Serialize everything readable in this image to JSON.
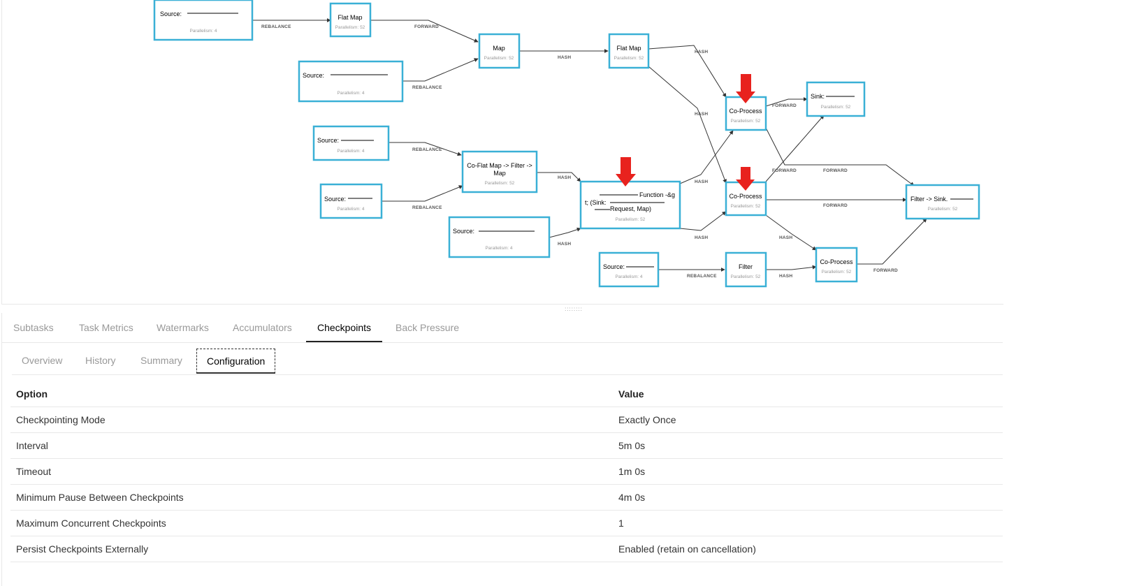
{
  "graph": {
    "nodes": {
      "src1": {
        "title": "Source:",
        "parallelism": "Parallelism: 4"
      },
      "flatmap1": {
        "title": "Flat Map",
        "parallelism": "Parallelism: 52"
      },
      "src2": {
        "title": "Source:",
        "parallelism": "Parallelism: 4"
      },
      "map1": {
        "title": "Map",
        "parallelism": "Parallelism: 52"
      },
      "flatmap2": {
        "title": "Flat Map",
        "parallelism": "Parallelism: 52"
      },
      "src3": {
        "title": "Source:",
        "parallelism": "Parallelism: 4"
      },
      "src4": {
        "title": "Source:",
        "parallelism": "Parallelism: 4"
      },
      "coflatmap": {
        "title1": "Co-Flat Map -> Filter ->",
        "title2": "Map",
        "parallelism": "Parallelism: 52"
      },
      "src5": {
        "title": "Source:",
        "parallelism": "Parallelism: 4"
      },
      "func": {
        "line1": "Function -&g",
        "line2": "t; (Sink:",
        "line3": "Request, Map)",
        "parallelism": "Parallelism: 52"
      },
      "coproc1": {
        "title": "Co-Process",
        "parallelism": "Parallelism: 52"
      },
      "sink1": {
        "title": "Sink:",
        "parallelism": "Parallelism: 52"
      },
      "coproc2": {
        "title": "Co-Process",
        "parallelism": "Parallelism: 52"
      },
      "filtersink": {
        "title": "Filter -> Sink.",
        "parallelism": "Parallelism: 52"
      },
      "src6": {
        "title": "Source:",
        "parallelism": "Parallelism: 4"
      },
      "filter": {
        "title": "Filter",
        "parallelism": "Parallelism: 52"
      },
      "coproc3": {
        "title": "Co-Process",
        "parallelism": "Parallelism: 52"
      }
    },
    "edge_labels": {
      "rebalance": "REBALANCE",
      "forward": "FORWARD",
      "hash": "HASH"
    },
    "annotation_color": "#e8221e",
    "node_border_color": "#3ab0d6"
  },
  "resize_handle": "::::::::",
  "tabs": {
    "subtasks": "Subtasks",
    "task_metrics": "Task Metrics",
    "watermarks": "Watermarks",
    "accumulators": "Accumulators",
    "checkpoints": "Checkpoints",
    "back_pressure": "Back Pressure"
  },
  "subtabs": {
    "overview": "Overview",
    "history": "History",
    "summary": "Summary",
    "configuration": "Configuration"
  },
  "config_table": {
    "headers": {
      "option": "Option",
      "value": "Value"
    },
    "rows": [
      {
        "option": "Checkpointing Mode",
        "value": "Exactly Once"
      },
      {
        "option": "Interval",
        "value": "5m 0s"
      },
      {
        "option": "Timeout",
        "value": "1m 0s"
      },
      {
        "option": "Minimum Pause Between Checkpoints",
        "value": "4m 0s"
      },
      {
        "option": "Maximum Concurrent Checkpoints",
        "value": "1"
      },
      {
        "option": "Persist Checkpoints Externally",
        "value": "Enabled (retain on cancellation)"
      }
    ]
  }
}
